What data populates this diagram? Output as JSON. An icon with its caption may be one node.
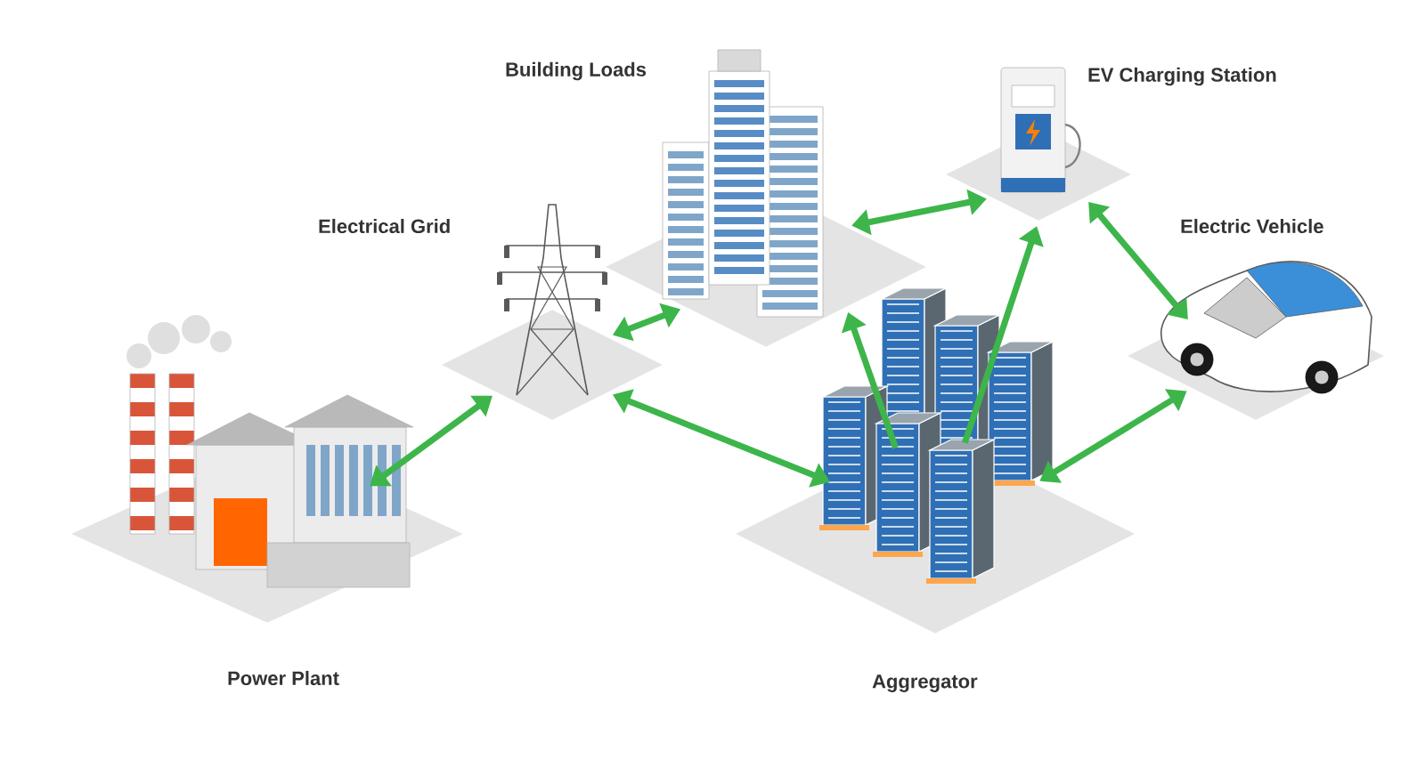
{
  "diagram": {
    "nodes": [
      {
        "text": [
          "Building Loads"
        ]
      },
      {
        "text": [
          "EV Charging Station"
        ]
      },
      {
        "text": [
          "Electrical Grid"
        ]
      },
      {
        "text": [
          "Electric Vehicle"
        ]
      },
      {
        "text": [
          "Power Plant"
        ]
      },
      {
        "text": [
          "Aggregator"
        ]
      }
    ],
    "edges": [
      {
        "from": 4,
        "to": 2,
        "arrow": "both"
      },
      {
        "from": 2,
        "to": 0,
        "arrow": "both"
      },
      {
        "from": 2,
        "to": 5,
        "arrow": "both"
      },
      {
        "from": 5,
        "to": 0,
        "arrow": "to"
      },
      {
        "from": 5,
        "to": 1,
        "arrow": "to"
      },
      {
        "from": 0,
        "to": 1,
        "arrow": "both"
      },
      {
        "from": 1,
        "to": 3,
        "arrow": "both"
      },
      {
        "from": 5,
        "to": 3,
        "arrow": "both"
      }
    ]
  }
}
